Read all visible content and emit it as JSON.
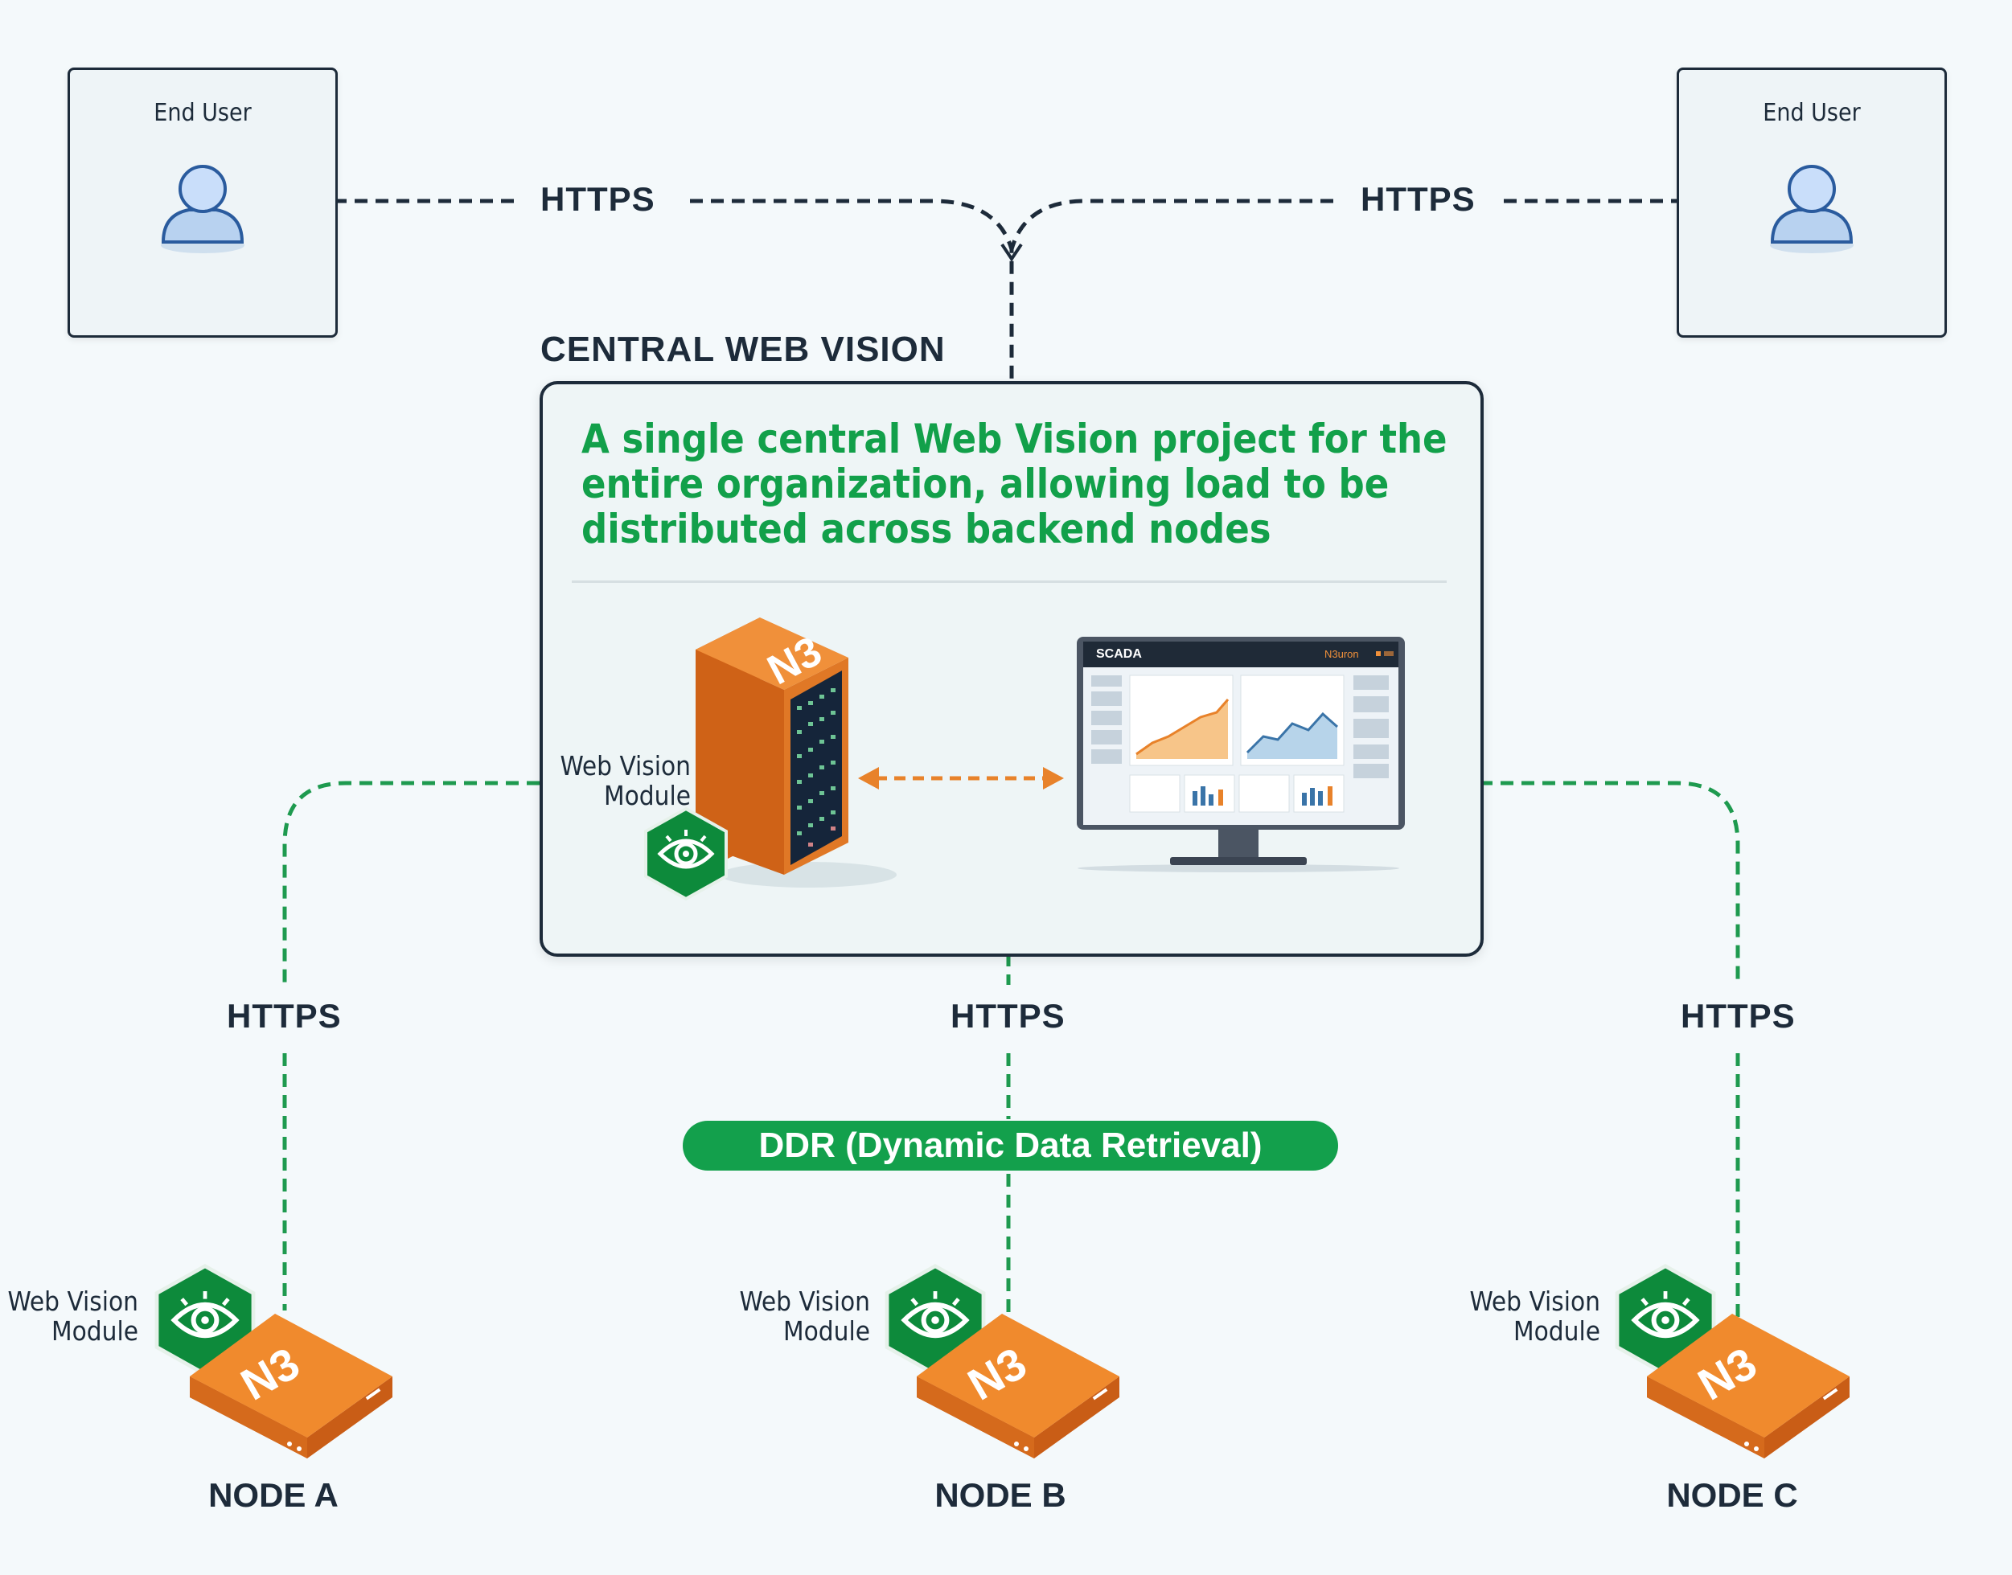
{
  "users": [
    {
      "label": "End User"
    },
    {
      "label": "End User"
    }
  ],
  "protocols": {
    "top_left": "HTTPS",
    "top_right": "HTTPS",
    "node_a": "HTTPS",
    "node_b": "HTTPS",
    "node_c": "HTTPS"
  },
  "central": {
    "title": "CENTRAL WEB VISION",
    "description": "A single central Web Vision project for the entire organization, allowing load to be distributed across backend nodes",
    "module_label_line1": "Web Vision",
    "module_label_line2": "Module",
    "server_logo": "N3",
    "monitor": {
      "title": "SCADA",
      "brand": "N3uron"
    }
  },
  "ddr": {
    "label": "DDR (Dynamic Data Retrieval)"
  },
  "nodes": [
    {
      "name": "NODE A",
      "module_line1": "Web Vision",
      "module_line2": "Module",
      "logo": "N3"
    },
    {
      "name": "NODE B",
      "module_line1": "Web Vision",
      "module_line2": "Module",
      "logo": "N3"
    },
    {
      "name": "NODE C",
      "module_line1": "Web Vision",
      "module_line2": "Module",
      "logo": "N3"
    }
  ],
  "colors": {
    "dark": "#1d2b3a",
    "green": "#12a04a",
    "orange": "#e8822a",
    "dashed_green": "#1e9a4f"
  },
  "icons": [
    "user-icon",
    "eye-icon",
    "server-icon",
    "monitor-icon",
    "device-icon"
  ]
}
